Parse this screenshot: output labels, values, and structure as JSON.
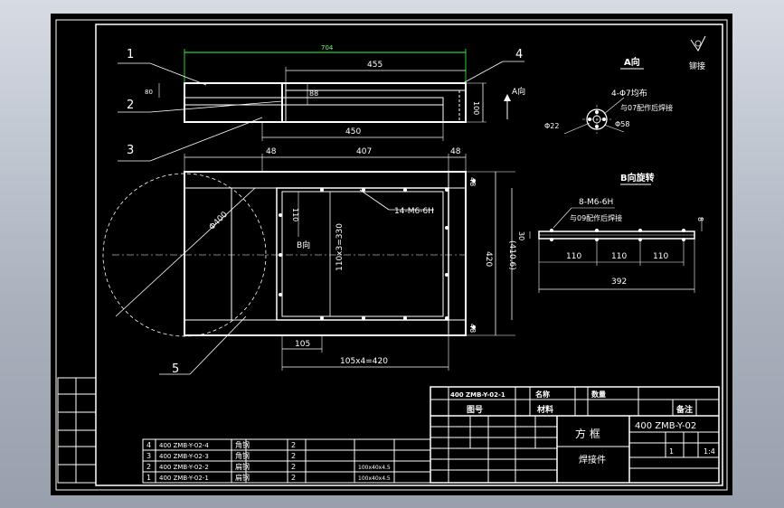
{
  "drawing": {
    "labels": {
      "callout_1": "1",
      "callout_2": "2",
      "callout_3": "3",
      "callout_4": "4",
      "callout_5": "5"
    },
    "top_view": {
      "dim_overall_green": "704",
      "dim_455": "455",
      "dim_88": "88",
      "dim_100": "100",
      "dim_450": "450",
      "dim_side": "80",
      "view_a_arrow": "A向"
    },
    "plan_view": {
      "dim_48_left": "48",
      "dim_407": "407",
      "dim_48_right": "48",
      "dim_diameter": "Φ400",
      "dim_110": "110",
      "dim_110x3": "110x3=330",
      "view_b_arrow": "B向",
      "hole_note": "14-M6-6H",
      "dim_48_top": "48",
      "dim_420": "420",
      "dim_410_6": "(410.6)",
      "dim_48_bottom": "48",
      "dim_105": "105",
      "dim_105x4": "105x4=420"
    },
    "view_a": {
      "title": "A向",
      "holes": "4-Φ7均布",
      "note": "与07配作后焊接",
      "dim_22": "Φ22",
      "dim_58": "Φ58"
    },
    "view_b": {
      "title": "B向旋转",
      "holes": "8-M6-6H",
      "note": "与09配作后焊接",
      "dim_30": "30",
      "dim_8": "8",
      "dim_110a": "110",
      "dim_110b": "110",
      "dim_110c": "110",
      "dim_392": "392"
    },
    "roughness": "铆接",
    "title_block": {
      "part_name": "方  框",
      "subtitle": "焊接件",
      "drawing_no": "400 ZMB-Y-02",
      "scale": "1:4",
      "count": "1",
      "header_code": "400 ZMB-Y-02-1",
      "header_label_name": "名称",
      "header_label_qty": "数量",
      "header_label_material": "材料",
      "header_label_drawing": "图号",
      "header_label_remark": "备注"
    },
    "bom": {
      "rows": [
        {
          "no": "4",
          "code": "400 ZMB-Y-02-4",
          "name": "角钢",
          "qty": "2"
        },
        {
          "no": "3",
          "code": "400 ZMB-Y-02-3",
          "name": "角钢",
          "qty": "2"
        },
        {
          "no": "2",
          "code": "400 ZMB-Y-02-2",
          "name": "扁钢",
          "qty": "2",
          "spec": "100x40x4.5"
        },
        {
          "no": "1",
          "code": "400 ZMB-Y-02-1",
          "name": "扁钢",
          "qty": "2",
          "spec": "100x40x4.5"
        }
      ]
    }
  }
}
